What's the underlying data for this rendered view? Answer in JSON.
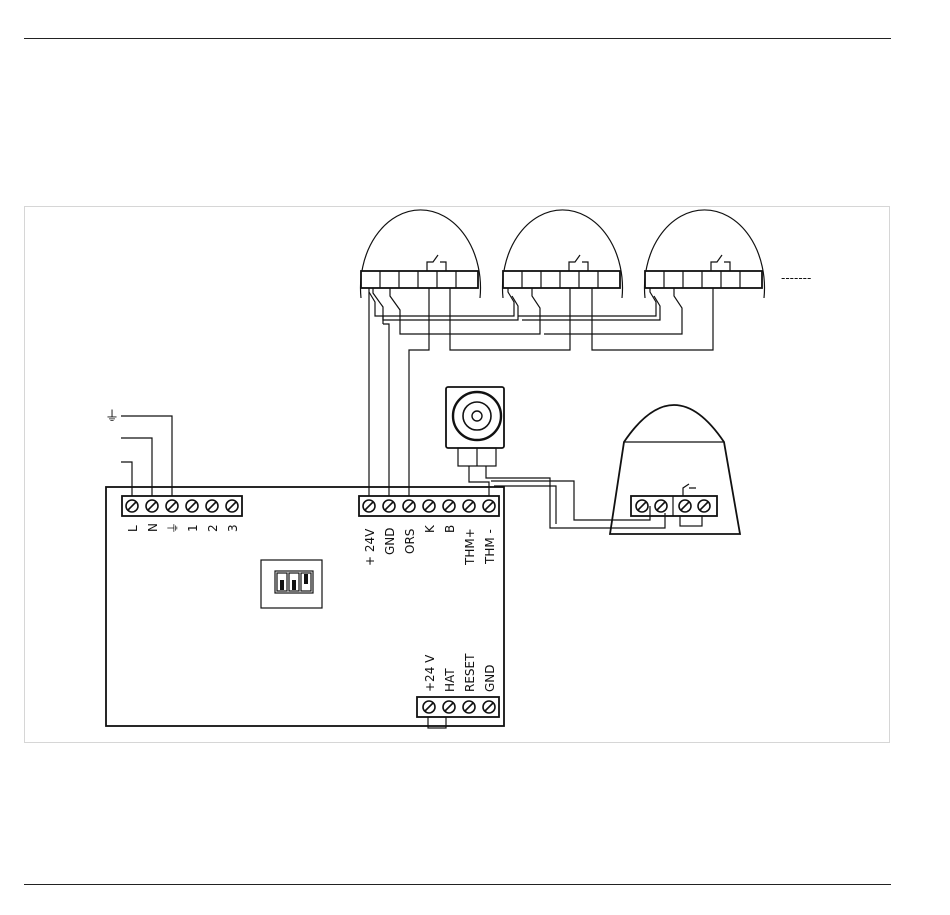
{
  "diagram": {
    "mains_terminals": [
      "L",
      "N",
      "⏚",
      "1",
      "2",
      "3"
    ],
    "bus_terminals": [
      "+ 24V",
      "GND",
      "ORS",
      "K",
      "B",
      "THM+",
      "THM -"
    ],
    "aux_terminals": [
      "+24 V",
      "HAT",
      "RESET",
      "GND"
    ],
    "ground_symbol": "⏚",
    "continuation": "-------"
  }
}
